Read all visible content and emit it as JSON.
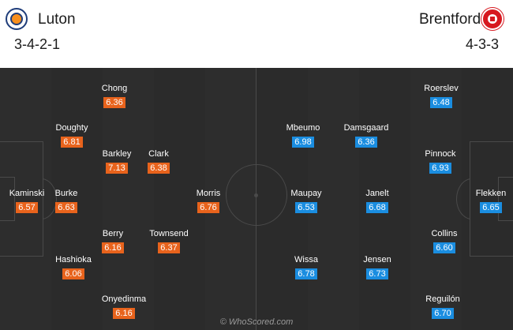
{
  "home": {
    "name": "Luton",
    "formation": "3-4-2-1",
    "rating_color": "#e8631c",
    "players": [
      {
        "name": "Chong",
        "rating": "6.36"
      },
      {
        "name": "Doughty",
        "rating": "6.81"
      },
      {
        "name": "Barkley",
        "rating": "7.13"
      },
      {
        "name": "Clark",
        "rating": "6.38"
      },
      {
        "name": "Kaminski",
        "rating": "6.57"
      },
      {
        "name": "Burke",
        "rating": "6.63"
      },
      {
        "name": "Morris",
        "rating": "6.76"
      },
      {
        "name": "Berry",
        "rating": "6.16"
      },
      {
        "name": "Townsend",
        "rating": "6.37"
      },
      {
        "name": "Hashioka",
        "rating": "6.06"
      },
      {
        "name": "Onyedinma",
        "rating": "6.16"
      }
    ]
  },
  "away": {
    "name": "Brentford",
    "formation": "4-3-3",
    "rating_color": "#1a8de0",
    "players": [
      {
        "name": "Roerslev",
        "rating": "6.48"
      },
      {
        "name": "Mbeumo",
        "rating": "6.98"
      },
      {
        "name": "Damsgaard",
        "rating": "6.36"
      },
      {
        "name": "Pinnock",
        "rating": "6.93"
      },
      {
        "name": "Maupay",
        "rating": "6.53"
      },
      {
        "name": "Janelt",
        "rating": "6.68"
      },
      {
        "name": "Flekken",
        "rating": "6.65"
      },
      {
        "name": "Collins",
        "rating": "6.60"
      },
      {
        "name": "Wissa",
        "rating": "6.78"
      },
      {
        "name": "Jensen",
        "rating": "6.73"
      },
      {
        "name": "Reguilón",
        "rating": "6.70"
      }
    ]
  },
  "icons": {
    "home_badge": "luton-crest-icon",
    "away_badge": "brentford-crest-icon"
  },
  "watermark": "© WhoScored.com"
}
